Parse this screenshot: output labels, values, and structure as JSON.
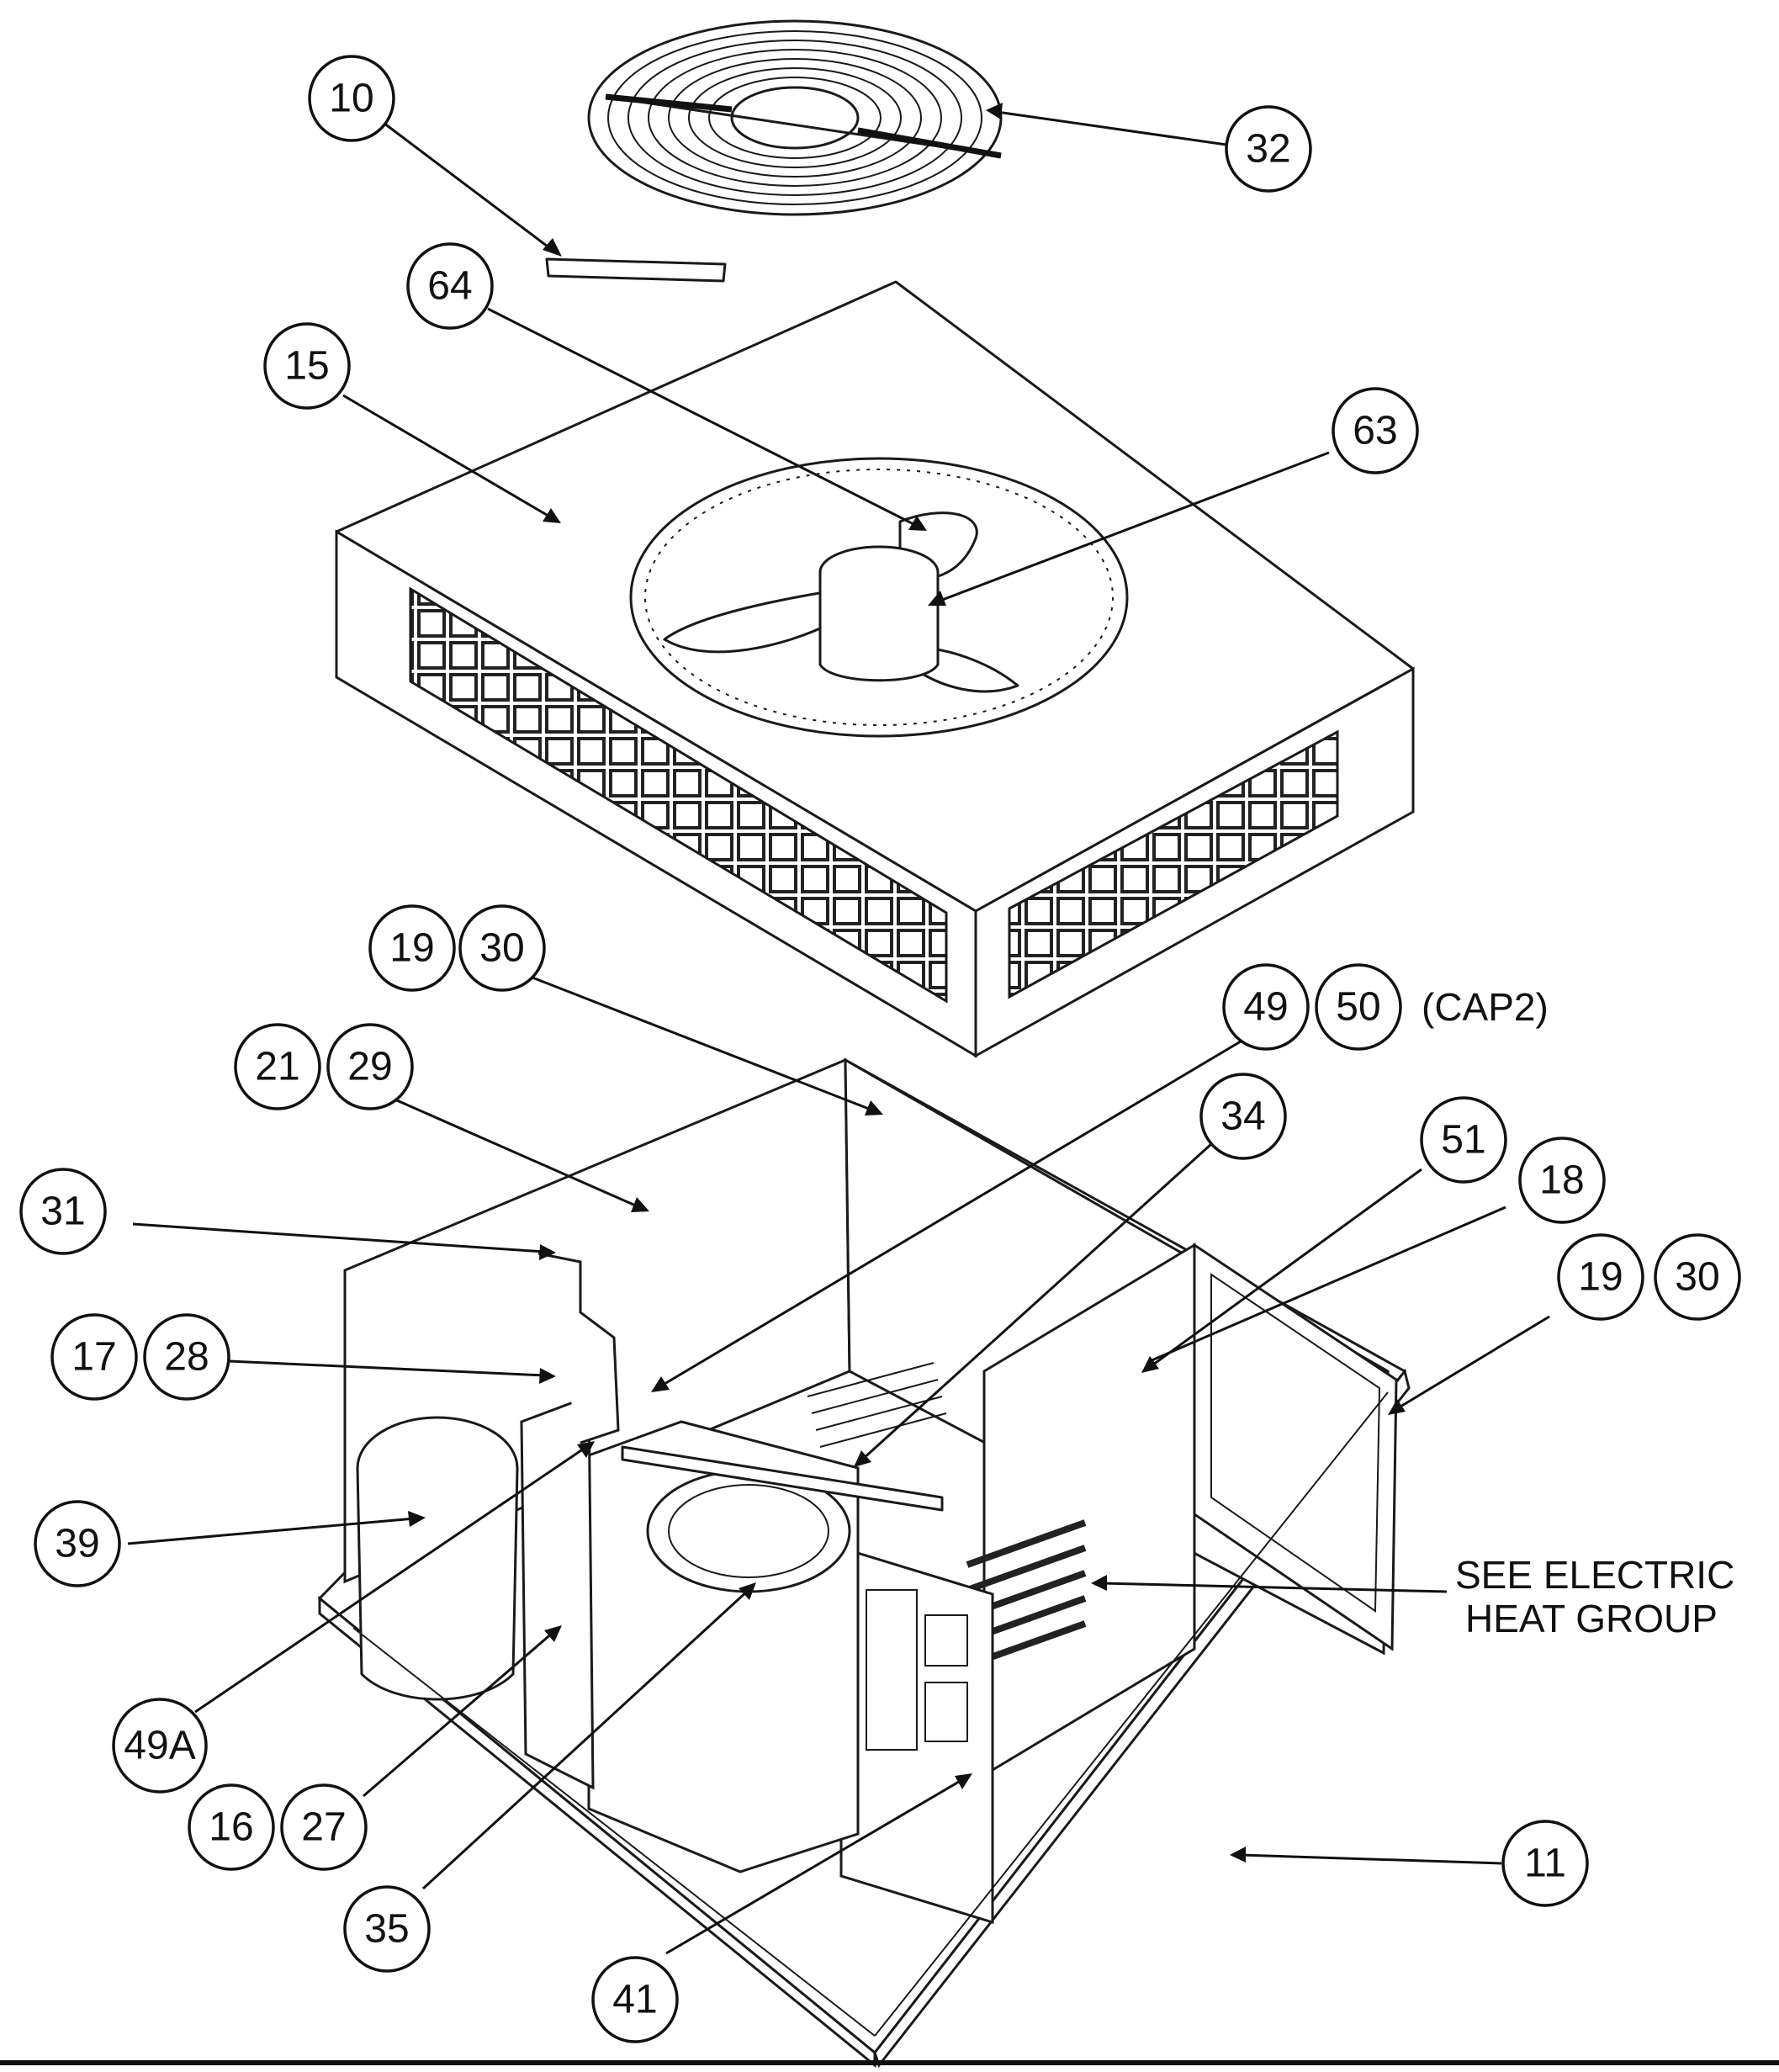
{
  "callouts": [
    {
      "id": "10",
      "label": "10"
    },
    {
      "id": "32",
      "label": "32"
    },
    {
      "id": "64",
      "label": "64"
    },
    {
      "id": "15",
      "label": "15"
    },
    {
      "id": "63",
      "label": "63"
    },
    {
      "id": "19a",
      "label": "19"
    },
    {
      "id": "30a",
      "label": "30"
    },
    {
      "id": "49",
      "label": "49"
    },
    {
      "id": "50",
      "label": "50"
    },
    {
      "id": "21",
      "label": "21"
    },
    {
      "id": "29",
      "label": "29"
    },
    {
      "id": "34",
      "label": "34"
    },
    {
      "id": "51",
      "label": "51"
    },
    {
      "id": "18",
      "label": "18"
    },
    {
      "id": "31",
      "label": "31"
    },
    {
      "id": "19b",
      "label": "19"
    },
    {
      "id": "30b",
      "label": "30"
    },
    {
      "id": "17",
      "label": "17"
    },
    {
      "id": "28",
      "label": "28"
    },
    {
      "id": "39",
      "label": "39"
    },
    {
      "id": "49A",
      "label": "49A"
    },
    {
      "id": "16",
      "label": "16"
    },
    {
      "id": "27",
      "label": "27"
    },
    {
      "id": "35",
      "label": "35"
    },
    {
      "id": "41",
      "label": "41"
    },
    {
      "id": "11",
      "label": "11"
    }
  ],
  "notes": {
    "cap2": "(CAP2)",
    "electric_heat_line1": "SEE ELECTRIC",
    "electric_heat_line2": "HEAT GROUP"
  }
}
